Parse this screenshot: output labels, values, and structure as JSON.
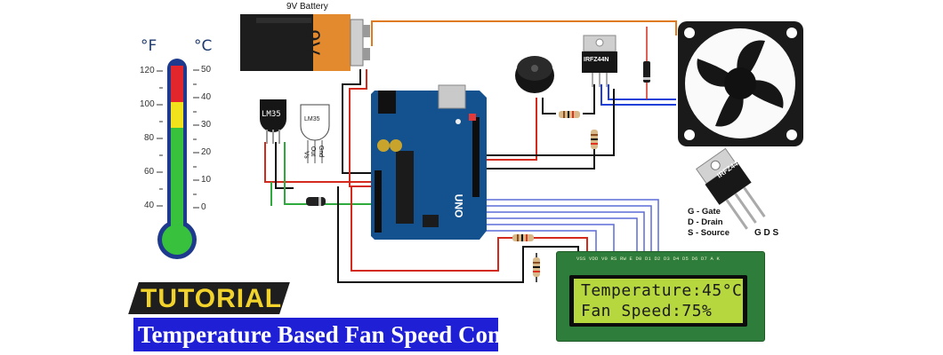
{
  "thermometer": {
    "unit_f": "°F",
    "unit_c": "°C",
    "f_ticks": [
      "120",
      "100",
      "80",
      "60",
      "40"
    ],
    "c_ticks": [
      "50",
      "40",
      "30",
      "20",
      "10",
      "0"
    ],
    "colors": {
      "red": "#e3262b",
      "yellow": "#f2e21b",
      "green": "#37c13c",
      "frame": "#1e3a8e"
    }
  },
  "battery": {
    "caption": "9V Battery",
    "label": "9V"
  },
  "sensor": {
    "chip_label": "LM35",
    "outline_label": "LM35",
    "pins": [
      "Vs",
      "Out",
      "Gnd"
    ]
  },
  "board": {
    "label": "UNO"
  },
  "mosfet": {
    "chip_label": "IRFZ44N",
    "large_label": "IRFZ44N"
  },
  "pinout_legend": {
    "gate": "G - Gate",
    "drain": "D - Drain",
    "source": "S - Source",
    "leg_letters": "G D S"
  },
  "lcd": {
    "line1": "Temperature:45°C",
    "line2": "Fan Speed:75%",
    "pins": "VSS VDD V0 RS RW E D0 D1 D2 D3 D4 D5 D6 D7 A K"
  },
  "banner": {
    "tab": "TUTORIAL",
    "title": "Temperature Based Fan Speed Control"
  },
  "colors": {
    "wire_red": "#d42a1e",
    "wire_black": "#111111",
    "wire_green": "#2eaa3c",
    "wire_orange": "#e07a1f",
    "wire_blue": "#1e3fd8",
    "board_blue": "#13518f",
    "banner_blue": "#1f1fd6",
    "banner_yellow": "#f2d32b",
    "lcd_green": "#b6d73d"
  }
}
